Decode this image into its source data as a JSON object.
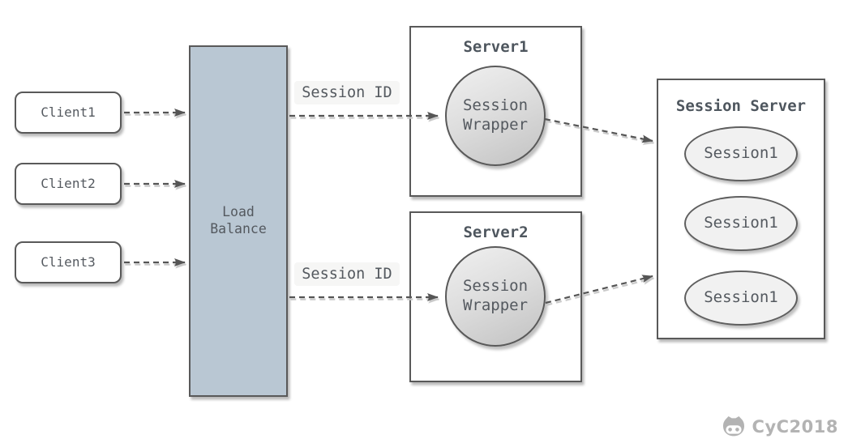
{
  "diagram": {
    "clients": [
      {
        "label": "Client1"
      },
      {
        "label": "Client2"
      },
      {
        "label": "Client3"
      }
    ],
    "load_balancer": {
      "lines": [
        "Load",
        "Balance"
      ]
    },
    "servers": [
      {
        "title": "Server1",
        "wrapper_lines": [
          "Session",
          "Wrapper"
        ]
      },
      {
        "title": "Server2",
        "wrapper_lines": [
          "Session",
          "Wrapper"
        ]
      }
    ],
    "session_id_labels": [
      "Session ID",
      "Session ID"
    ],
    "session_server": {
      "title": "Session Server",
      "sessions": [
        "Session1",
        "Session1",
        "Session1"
      ]
    },
    "watermark": {
      "text": "CyC2018",
      "icon": "octocat-icon"
    },
    "colors": {
      "stroke": "#595959",
      "text": "#54595f",
      "load_balancer_fill": "#b9c7d3",
      "circle_gradient_top": "#f0f0f0",
      "circle_gradient_bottom": "#c2c2c2",
      "session_ellipse_fill": "#f1f1f1",
      "session_id_bg": "#f6f6f5",
      "watermark_gray": "#b3b3b3"
    }
  }
}
